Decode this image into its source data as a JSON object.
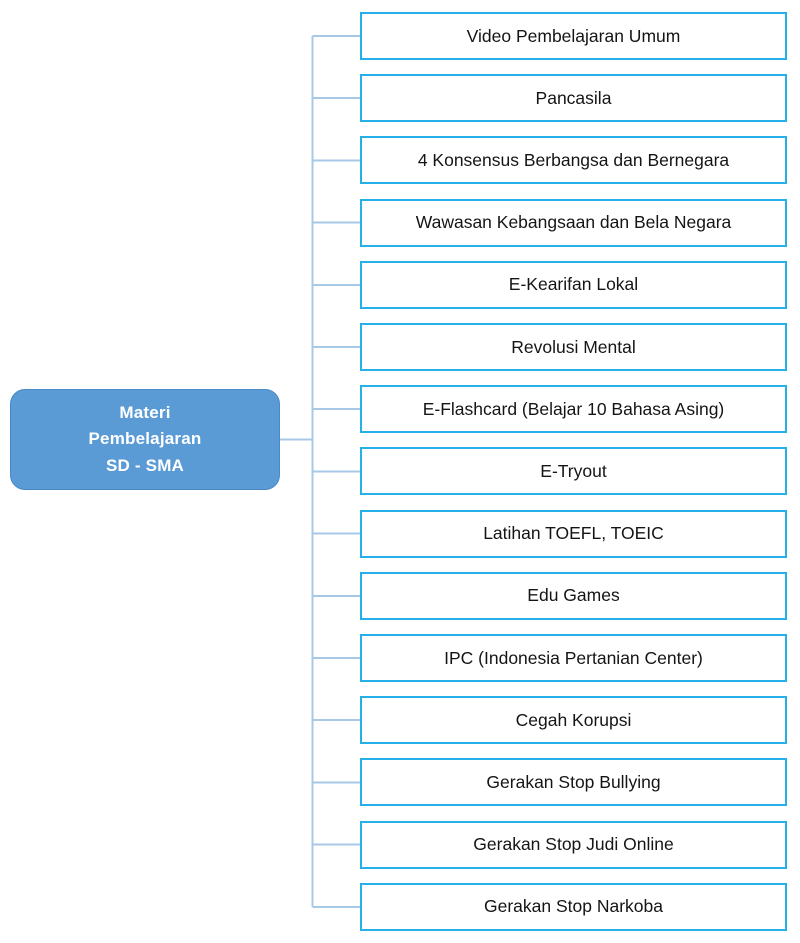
{
  "diagram": {
    "type": "mind-map",
    "title": "Materi Pembelajaran SD - SMA",
    "root": {
      "label": "Materi\nPembelajaran\nSD - SMA",
      "line1": "Materi",
      "line2": "Pembelajaran",
      "line3": "SD - SMA",
      "fill_color": "#5B9BD5",
      "border_color": "#4A8AC4",
      "text_color": "#FFFFFF"
    },
    "branch_style": {
      "box_border_color": "#25B0E8",
      "box_fill_color": "#FFFFFF",
      "box_text_color": "#151515",
      "connector_color": "#A8C8E8"
    },
    "branch_count": 15,
    "branches": [
      {
        "label": "Video Pembelajaran Umum"
      },
      {
        "label": "Pancasila"
      },
      {
        "label": "4 Konsensus Berbangsa dan Bernegara"
      },
      {
        "label": "Wawasan Kebangsaan dan Bela Negara"
      },
      {
        "label": "E-Kearifan Lokal"
      },
      {
        "label": "Revolusi Mental"
      },
      {
        "label": "E-Flashcard (Belajar 10 Bahasa Asing)"
      },
      {
        "label": "E-Tryout"
      },
      {
        "label": "Latihan TOEFL, TOEIC"
      },
      {
        "label": "Edu Games"
      },
      {
        "label": "IPC (Indonesia Pertanian Center)"
      },
      {
        "label": "Cegah Korupsi"
      },
      {
        "label": "Gerakan Stop Bullying"
      },
      {
        "label": "Gerakan Stop Judi Online"
      },
      {
        "label": "Gerakan Stop Narkoba"
      }
    ]
  }
}
